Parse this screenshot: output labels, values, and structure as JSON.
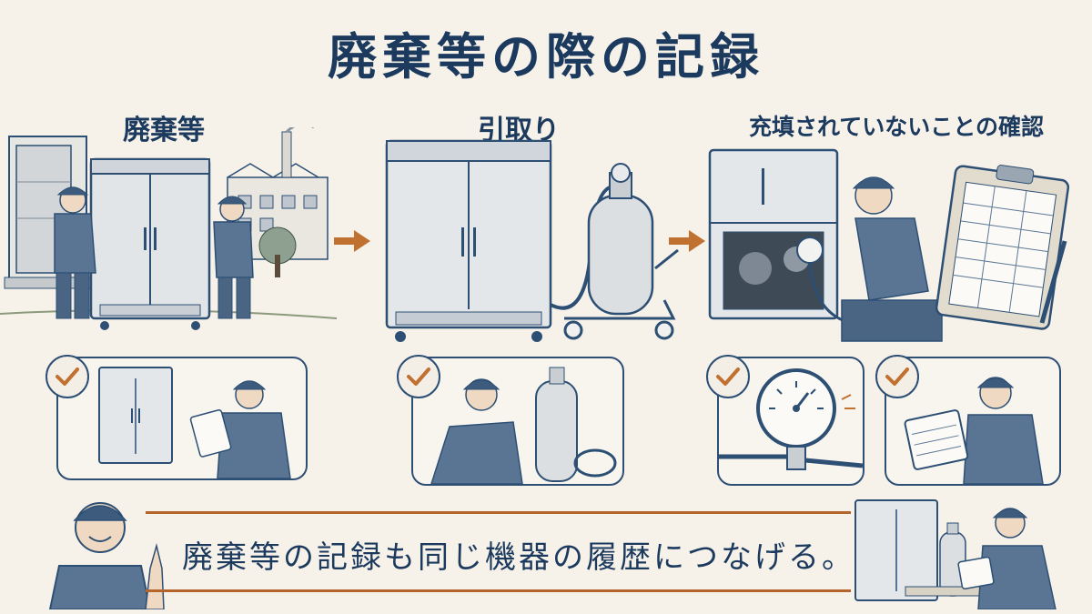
{
  "title": "廃棄等の際の記録",
  "steps": [
    {
      "label": "廃棄等"
    },
    {
      "label": "引取り"
    },
    {
      "label": "充填されていないことの確認"
    }
  ],
  "banner": {
    "text": "廃棄等の記録も同じ機器の履歴につなげる。"
  },
  "colors": {
    "navy": "#1c3a5e",
    "accent_orange": "#c0702f",
    "background": "#f6f2ea",
    "panel_border": "#2d4f74"
  },
  "icons": [
    "checkmark-icon",
    "arrow-right-icon",
    "refrigerator-icon",
    "gas-cylinder-icon",
    "pressure-gauge-icon",
    "clipboard-icon",
    "worker-icon",
    "truck-icon",
    "factory-icon"
  ]
}
